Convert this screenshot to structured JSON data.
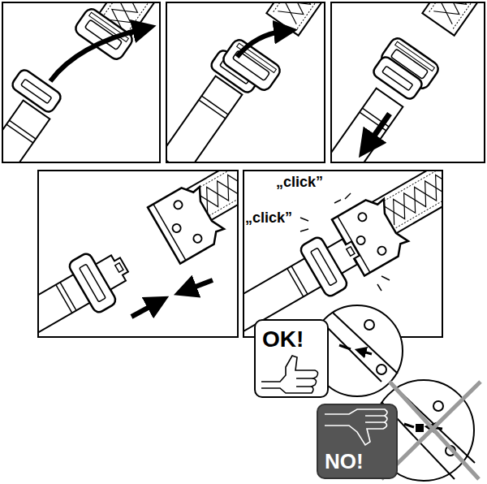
{
  "diagram": {
    "nodes": [
      {
        "text": [
          "OK!"
        ]
      },
      {
        "text": [
          "NO!"
        ]
      }
    ],
    "labels": [
      "„click”",
      "„click”"
    ]
  }
}
